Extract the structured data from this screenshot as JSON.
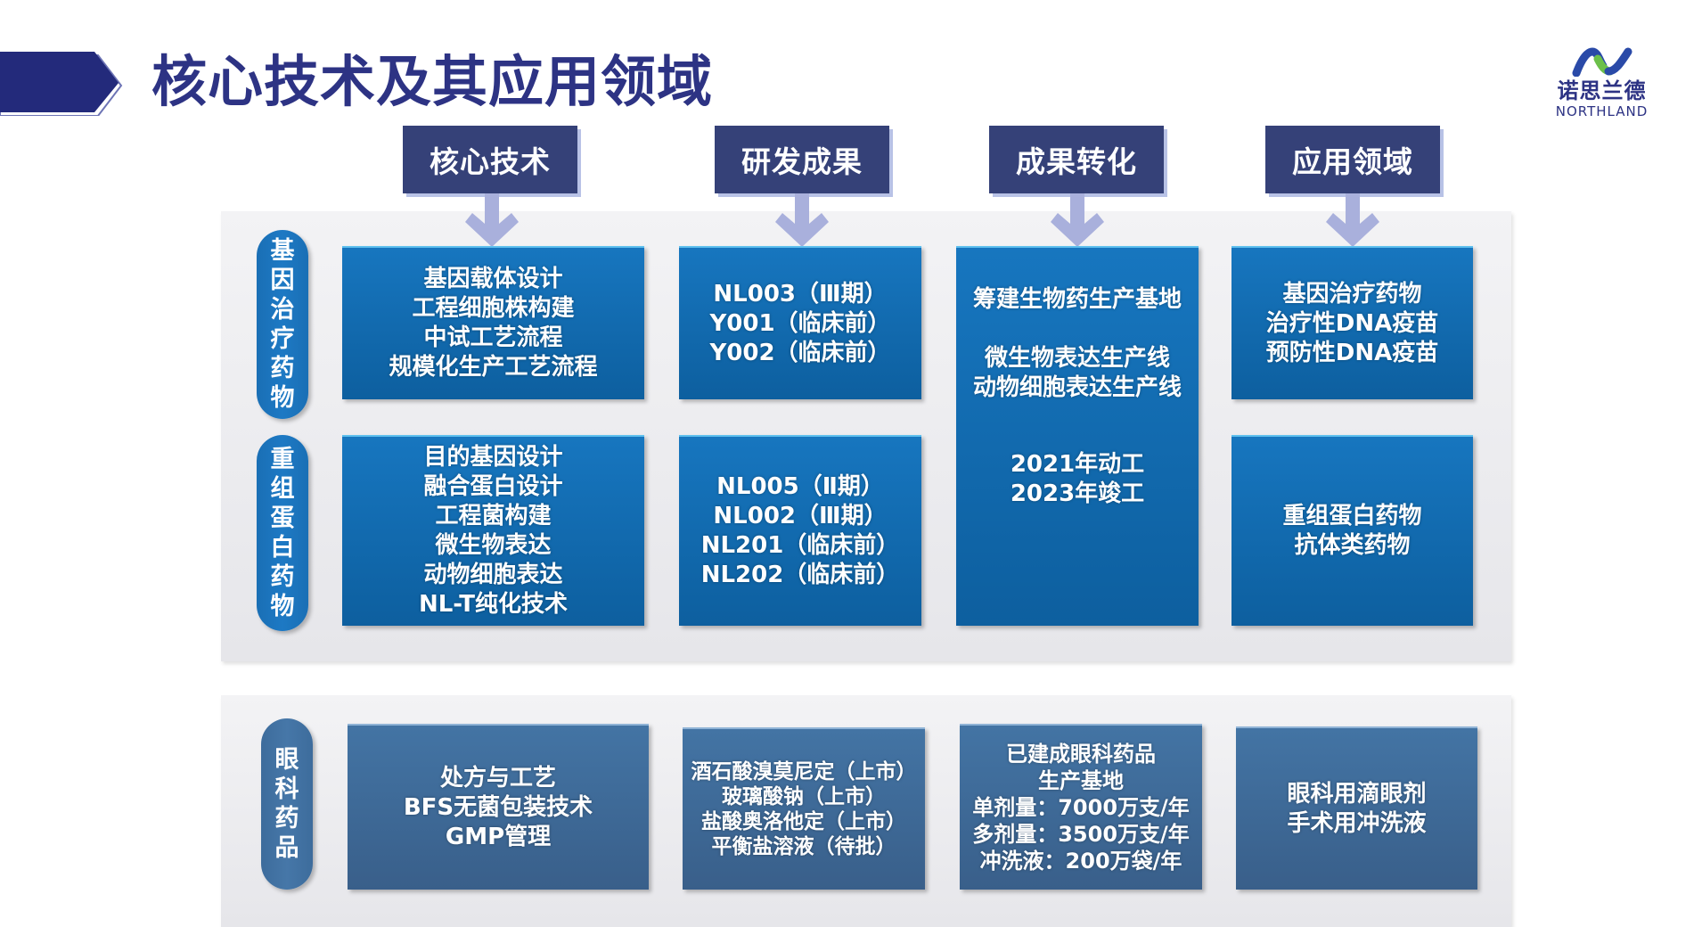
{
  "page": {
    "title": "核心技术及其应用领域"
  },
  "logo": {
    "name_cn": "诺思兰德",
    "name_en": "NORTHLAND",
    "colors": {
      "blue": "#2a4aa8",
      "green": "#6cc04a"
    }
  },
  "columns": [
    {
      "label": "核心技术"
    },
    {
      "label": "研发成果"
    },
    {
      "label": "成果转化"
    },
    {
      "label": "应用领域"
    }
  ],
  "rows": [
    {
      "category": [
        "基",
        "因",
        "治",
        "疗",
        "药",
        "物"
      ],
      "cells": [
        {
          "lines": [
            "基因载体设计",
            "工程细胞株构建",
            "中试工艺流程",
            "规模化生产工艺流程"
          ]
        },
        {
          "lines": [
            "NL003（Ⅲ期）",
            "Y001（临床前）",
            "Y002（临床前）"
          ]
        },
        {
          "lines": [
            "筹建生物药生产基地",
            "",
            "微生物表达生产线",
            "动物细胞表达生产线",
            "",
            "",
            "2021年动工",
            "2023年竣工"
          ]
        },
        {
          "lines": [
            "基因治疗药物",
            "治疗性DNA疫苗",
            "预防性DNA疫苗"
          ]
        }
      ]
    },
    {
      "category": [
        "重",
        "组",
        "蛋",
        "白",
        "药",
        "物"
      ],
      "cells": [
        {
          "lines": [
            "目的基因设计",
            "融合蛋白设计",
            "工程菌构建",
            "微生物表达",
            "动物细胞表达",
            "NL-T纯化技术"
          ]
        },
        {
          "lines": [
            "NL005（Ⅱ期）",
            "NL002（Ⅲ期）",
            "NL201（临床前）",
            "NL202（临床前）"
          ]
        },
        null,
        {
          "lines": [
            "重组蛋白药物",
            "抗体类药物"
          ]
        }
      ]
    },
    {
      "category": [
        "眼",
        "科",
        "药",
        "品"
      ],
      "cells": [
        {
          "lines": [
            "处方与工艺",
            "BFS无菌包装技术",
            "GMP管理"
          ]
        },
        {
          "lines": [
            "酒石酸溴莫尼定（上市）",
            "玻璃酸钠（上市）",
            "盐酸奥洛他定（上市）",
            "平衡盐溶液（待批）"
          ]
        },
        {
          "lines": [
            "已建成眼科药品",
            "生产基地",
            "单剂量：7000万支/年",
            "多剂量：3500万支/年",
            "冲洗液：200万袋/年"
          ]
        },
        {
          "lines": [
            "眼科用滴眼剂",
            "手术用冲洗液"
          ]
        }
      ]
    }
  ],
  "colors": {
    "title": "#2d3384",
    "title_arrow": "#232a7b",
    "header_box": "#354178",
    "arrow": "#a9b0dc",
    "box_blue": "#1776bf",
    "box_steel": "#4374a4",
    "panel": "#eeeef1"
  }
}
